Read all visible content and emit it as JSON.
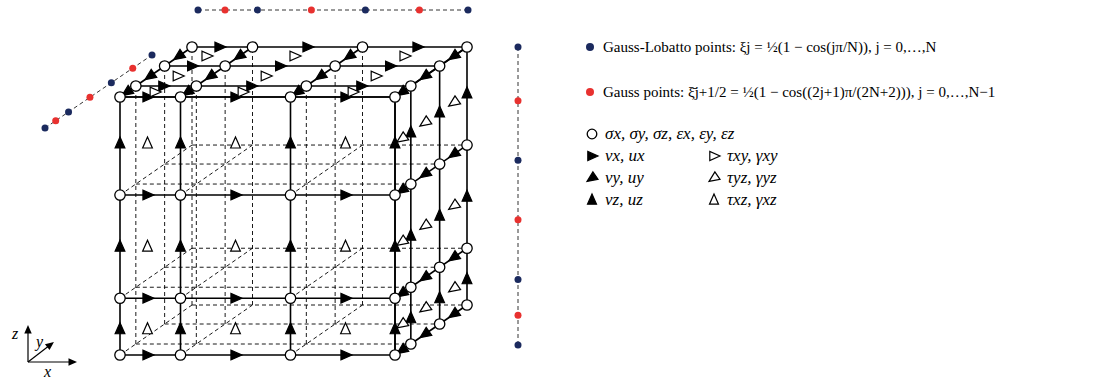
{
  "diagram": {
    "labels": [
      "z",
      "y",
      "x"
    ],
    "legend": [
      {
        "text": "Gauss-Lobatto points:  ξj = ½(1 − cos(jπ/N)),    j = 0,…,N",
        "color": "#1b2a5e"
      },
      {
        "text": "Gauss points:  ξ̄j+1/2 = ½(1 − cos((2j+1)π/(2N+2))),    j = 0,…,N−1",
        "color": "#e8312f"
      },
      {
        "text": "σx, σy, σz, εx, εy, εz"
      },
      {
        "text": "vx, ux"
      },
      {
        "text": "τxy, γxy"
      },
      {
        "text": "vy, uy"
      },
      {
        "text": "τyz, γyz"
      },
      {
        "text": "vz, uz"
      },
      {
        "text": "τxz, γxz"
      }
    ]
  }
}
